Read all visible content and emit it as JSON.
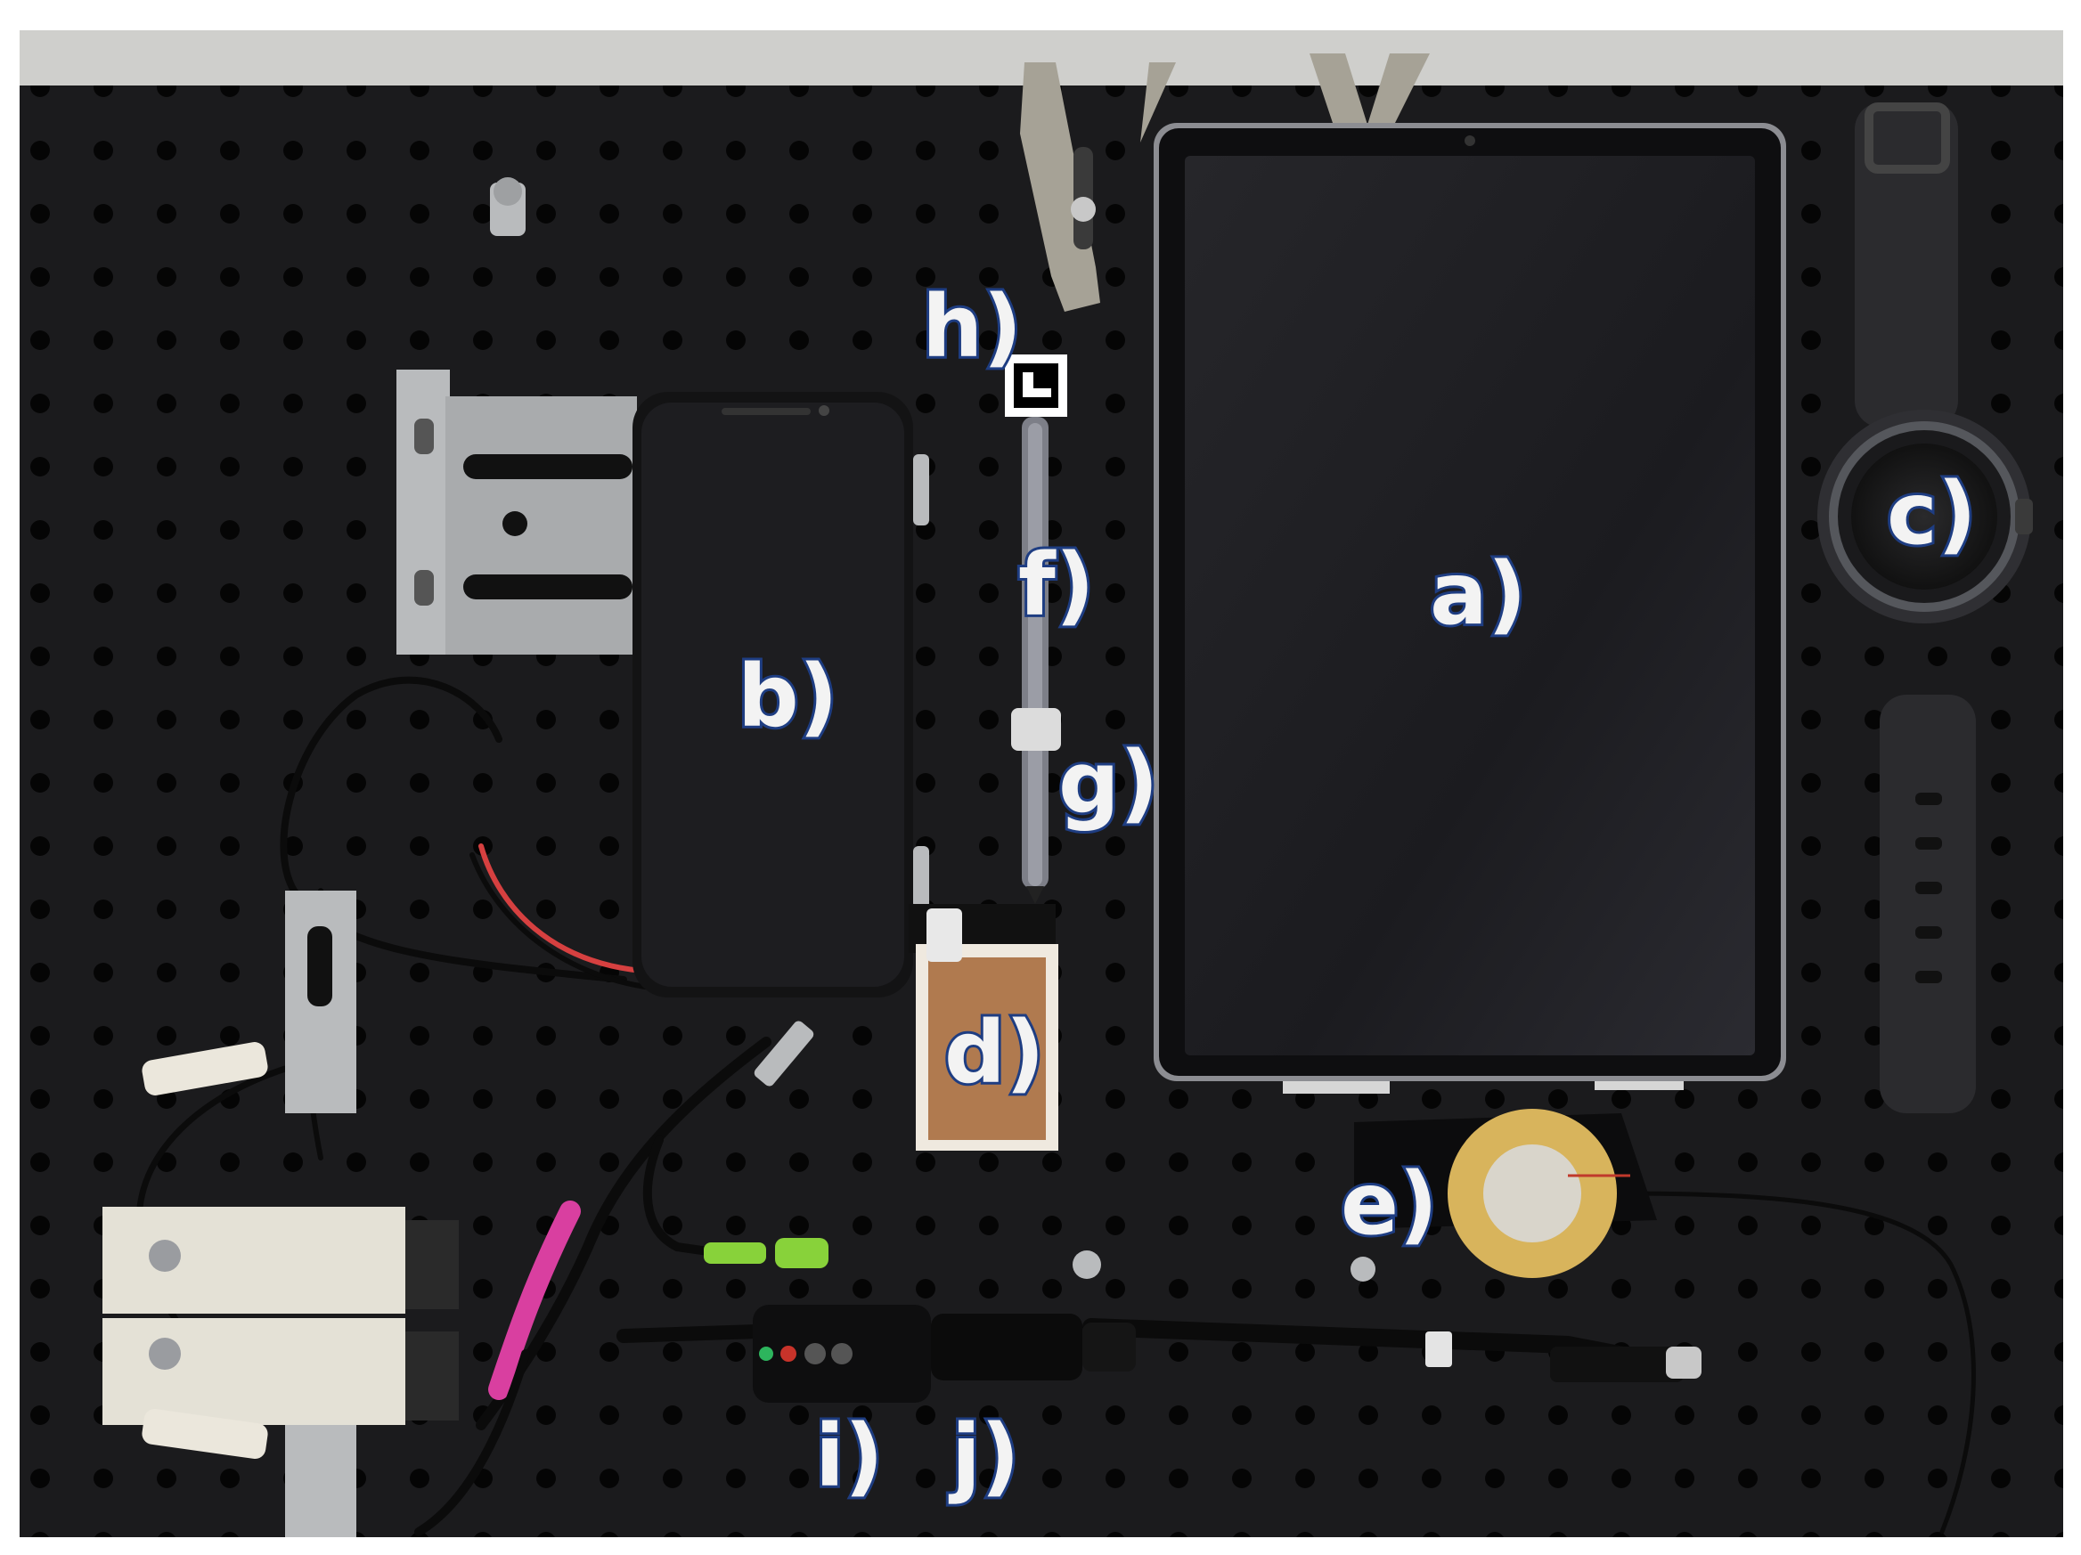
{
  "labels": {
    "a": "a)",
    "b": "b)",
    "c": "c)",
    "d": "d)",
    "e": "e)",
    "f": "f)",
    "g": "g)",
    "h": "h)",
    "i": "i)",
    "j": "j)"
  },
  "colors": {
    "board": "#1b1b1d",
    "hole": "#050505",
    "wall": "#cfcfcc",
    "metal": "#b9bbbd",
    "label_fill": "#f3f3f3",
    "label_outline": "#1e3d82",
    "copper": "#b07a4f",
    "piezo": "#d8b45c",
    "cable_pink": "#d93fa0",
    "cable_green": "#88d23a",
    "cable_red": "#d64040"
  }
}
